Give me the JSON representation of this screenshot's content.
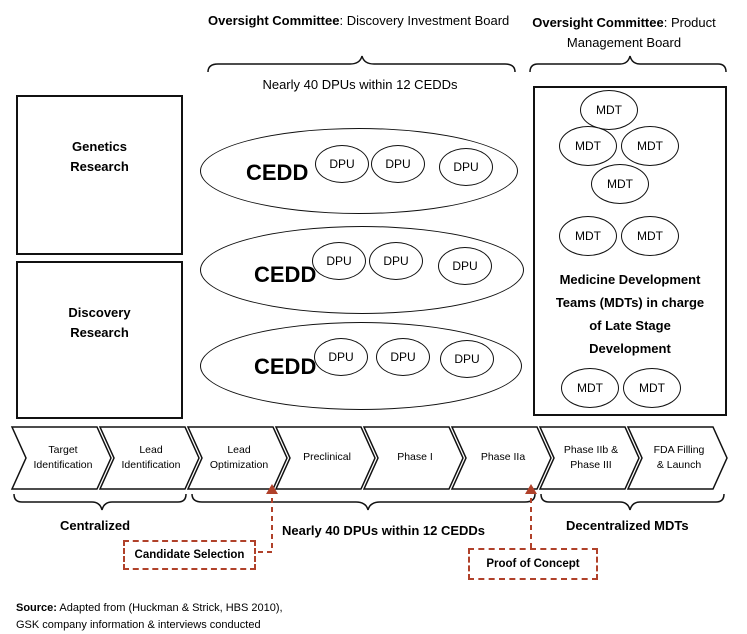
{
  "header": {
    "left_committee_label": "Oversight Committee",
    "left_committee_name": ": Discovery Investment Board",
    "right_committee_label": "Oversight Committee",
    "right_committee_name_line1": ": Product",
    "right_committee_name_line2": "Management Board",
    "top_brace_caption": "Nearly 40 DPUs within 12 CEDDs"
  },
  "left_boxes": {
    "genetics_line1": "Genetics",
    "genetics_line2": "Research",
    "discovery_line1": "Discovery",
    "discovery_line2": "Research"
  },
  "cedd_rows": [
    {
      "label": "CEDD",
      "units": [
        "DPU",
        "DPU",
        "DPU"
      ]
    },
    {
      "label": "CEDD",
      "units": [
        "DPU",
        "DPU",
        "DPU"
      ]
    },
    {
      "label": "CEDD",
      "units": [
        "DPU",
        "DPU",
        "DPU"
      ]
    }
  ],
  "mdt_panel": {
    "unit_label": "MDT",
    "description_line1": "Medicine Development",
    "description_line2": "Teams (MDTs) in charge",
    "description_line3": "of Late Stage",
    "description_line4": "Development"
  },
  "stages": [
    {
      "line1": "Target",
      "line2": "Identification"
    },
    {
      "line1": "Lead",
      "line2": "Identification"
    },
    {
      "line1": "Lead",
      "line2": "Optimization"
    },
    {
      "line1": "Preclinical",
      "line2": ""
    },
    {
      "line1": "Phase I",
      "line2": ""
    },
    {
      "line1": "Phase IIa",
      "line2": ""
    },
    {
      "line1": "Phase IIb &",
      "line2": "Phase III"
    },
    {
      "line1": "FDA Filling",
      "line2": "& Launch"
    }
  ],
  "bottom": {
    "centralized": "Centralized",
    "middle_caption": "Nearly 40 DPUs within 12 CEDDs",
    "decentralized": "Decentralized MDTs",
    "candidate_selection": "Candidate Selection",
    "proof_of_concept": "Proof of Concept"
  },
  "source": {
    "label": "Source:",
    "line1": " Adapted from (Huckman & Strick, HBS 2010),",
    "line2": "GSK company information & interviews conducted"
  },
  "colors": {
    "accent_dashed": "#b0412a",
    "line": "#111111"
  }
}
